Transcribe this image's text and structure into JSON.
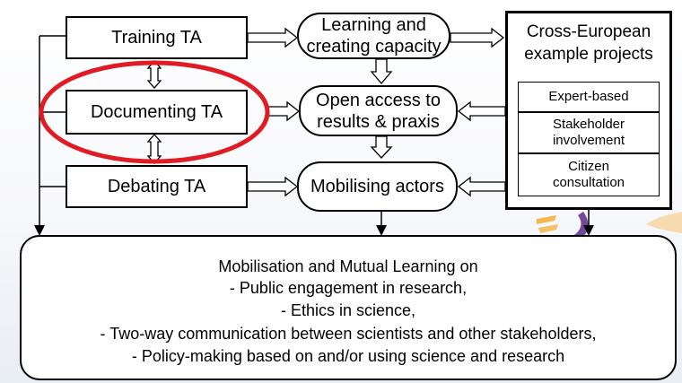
{
  "boxes": {
    "training": "Training TA",
    "documenting": "Documenting TA",
    "debating": "Debating TA"
  },
  "outcomes": {
    "learning": "Learning and\ncreating capacity",
    "open_access": "Open access to\nresults & praxis",
    "mobilising": "Mobilising actors"
  },
  "projects": {
    "title": "Cross-European\nexample projects",
    "items": [
      "Expert-based",
      "Stakeholder\ninvolvement",
      "Citizen\nconsultation"
    ]
  },
  "mml": {
    "lines": [
      "Mobilisation and Mutual Learning on",
      "- Public engagement in research,",
      "- Ethics in science,",
      "- Two-way communication between scientists and other stakeholders,",
      "- Policy-making based on and/or using science and research"
    ]
  },
  "colors": {
    "highlight": "#e01b24",
    "arrow": "#000000",
    "decor_orange": "#f5a623",
    "decor_purple": "#5b2a86"
  }
}
